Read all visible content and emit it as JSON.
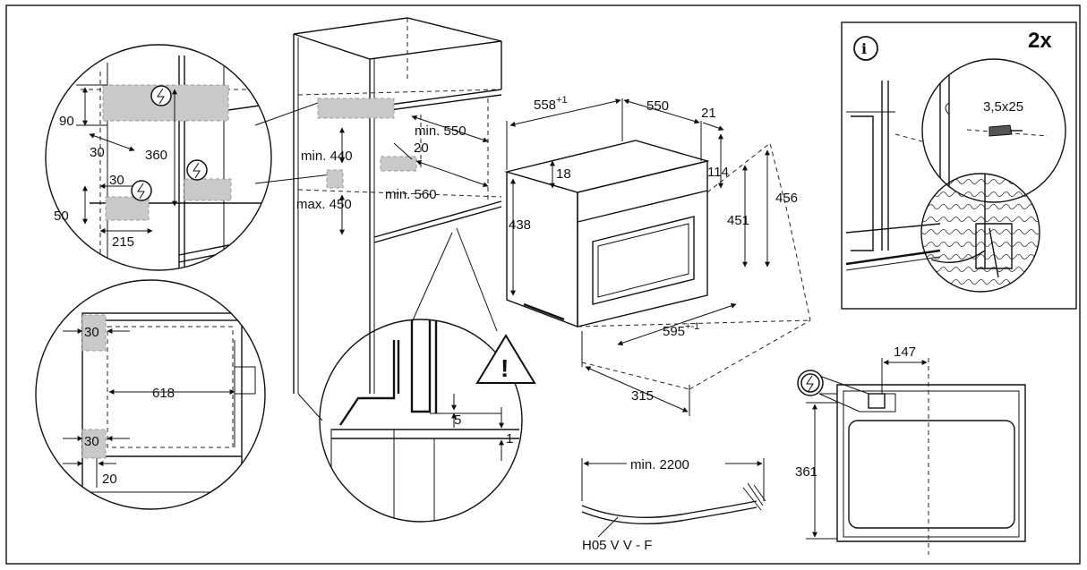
{
  "labels": {
    "d90": "90",
    "d30a": "30",
    "d360": "360",
    "d30b": "30",
    "d50": "50",
    "d215": "215",
    "min440": "min. 440",
    "max450": "max. 450",
    "min550": "min. 550",
    "d20top": "20",
    "min560": "min. 560",
    "d558": "558",
    "d558_tol": "+1",
    "d550": "550",
    "d21": "21",
    "d18": "18",
    "d114": "114",
    "d456": "456",
    "d438": "438",
    "d451": "451",
    "d595": "595",
    "d595_tol": "+-1",
    "d315": "315",
    "d30c": "30",
    "d618": "618",
    "d30d": "30",
    "d20bot": "20",
    "d5": "5",
    "d1": "1",
    "min2200": "min. 2200",
    "cable": "H05 V V - F",
    "screw": "3,5x25",
    "qty": "2x",
    "d147": "147",
    "d361": "361",
    "info_glyph": "i",
    "warn_glyph": "!"
  },
  "icons": {
    "power": "power-connection-icon",
    "info": "info-icon",
    "warning": "warning-triangle-icon"
  }
}
